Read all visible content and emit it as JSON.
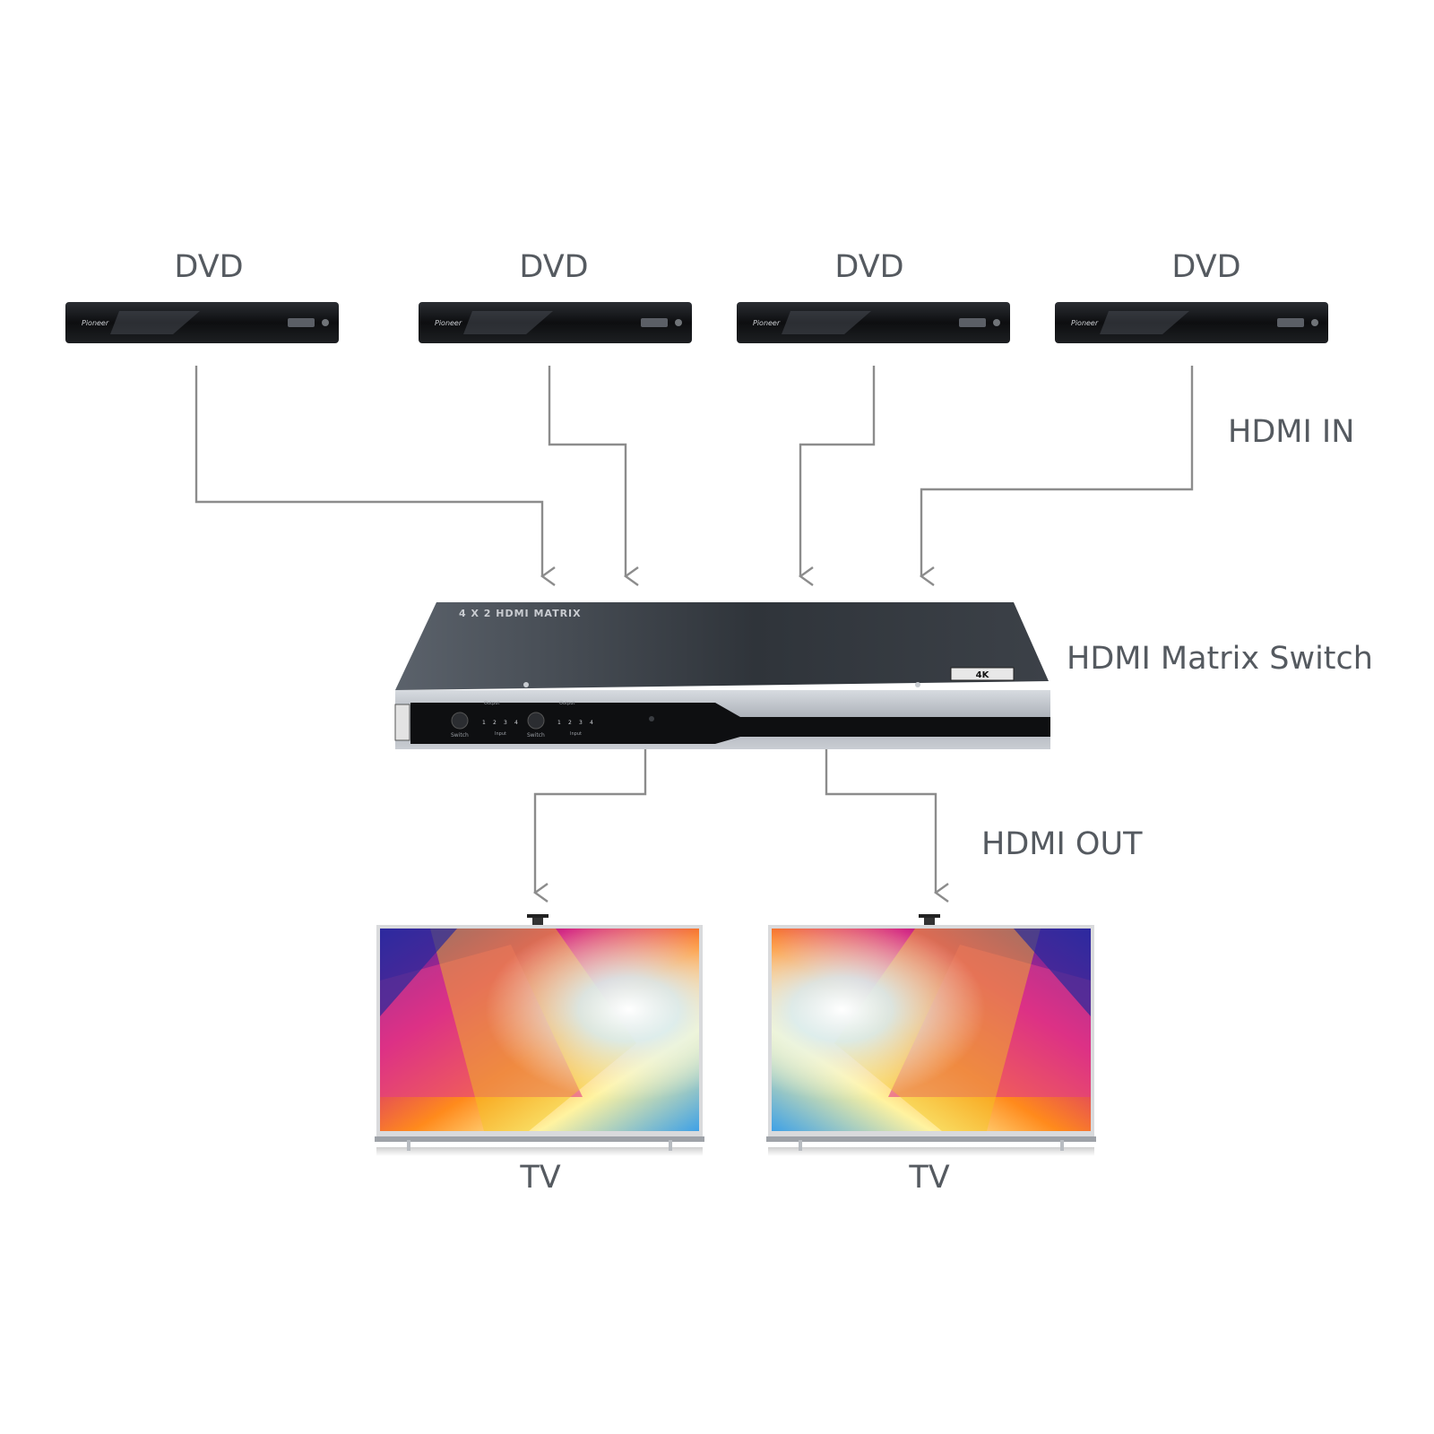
{
  "labels": {
    "dvd": [
      "DVD",
      "DVD",
      "DVD",
      "DVD"
    ],
    "hdmi_in": "HDMI IN",
    "matrix_switch": "HDMI Matrix Switch",
    "hdmi_out": "HDMI OUT",
    "tv": [
      "TV",
      "TV"
    ]
  },
  "device": {
    "dvd_brand": "Pioneer",
    "matrix_top_text": "4 X 2 HDMI MATRIX",
    "panel_switch_label": "Switch",
    "panel_output_label": "Output",
    "panel_input_label": "Input",
    "panel_input_numbers": [
      "1",
      "2",
      "3",
      "4"
    ],
    "panel_badge": "4K"
  },
  "colors": {
    "line": "#8c8c8c",
    "label": "#555a60",
    "device_dark": "#16181c",
    "matrix_top": "#3d4249",
    "matrix_front": "#b7bcc4"
  }
}
